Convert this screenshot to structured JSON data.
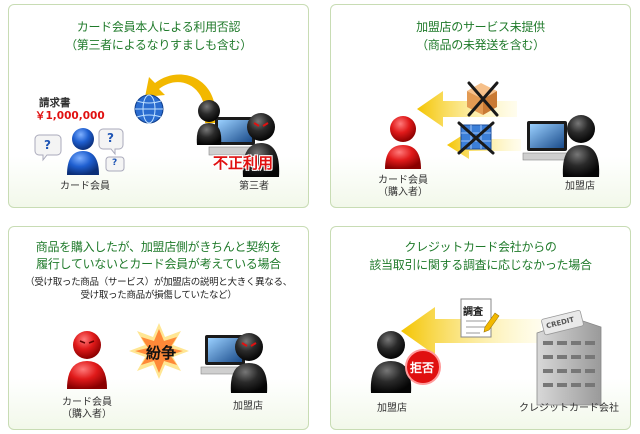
{
  "panels": [
    {
      "title_lines": [
        "カード会員本人による利用否認",
        "（第三者によるなりすましも含む）"
      ],
      "invoice_label": "請求書",
      "invoice_amount": "￥1,000,000",
      "question_mark": "?",
      "fraud_text": "不正利用",
      "caption_left": "カード会員",
      "caption_right": "第三者"
    },
    {
      "title_lines": [
        "加盟店のサービス未提供",
        "（商品の未発送を含む）"
      ],
      "caption_left": [
        "カード会員",
        "（購入者）"
      ],
      "caption_right": "加盟店"
    },
    {
      "title_lines": [
        "商品を購入したが、加盟店側がきちんと契約を",
        "履行していないとカード会員が考えている場合"
      ],
      "sub_lines": [
        "（受け取った商品（サービス）が加盟店の説明と大きく異なる、",
        "受け取った商品が損傷していたなど）"
      ],
      "dispute_text": "紛争",
      "caption_left": [
        "カード会員",
        "（購入者）"
      ],
      "caption_right": "加盟店"
    },
    {
      "title_lines": [
        "クレジットカード会社からの",
        "該当取引に関する調査に応じなかった場合"
      ],
      "investigation_label": "調査",
      "refusal_text": "拒否",
      "building_sign": "CREDIT",
      "caption_left": "加盟店",
      "caption_right": "クレジットカード会社"
    }
  ],
  "colors": {
    "title_green": "#1f7a2a",
    "border": "#c8dcb4",
    "arrow_yellow": "#f2b800",
    "member_red": "#d81b1b",
    "member_blue": "#1f55b5",
    "merchant_black": "#1a1a1a",
    "fraud_red": "#e01010"
  },
  "icons": [
    "globe-icon",
    "computer-icon",
    "package-icon",
    "cross-icon",
    "speech-bubble-icon",
    "document-icon",
    "building-icon",
    "starburst-icon"
  ]
}
